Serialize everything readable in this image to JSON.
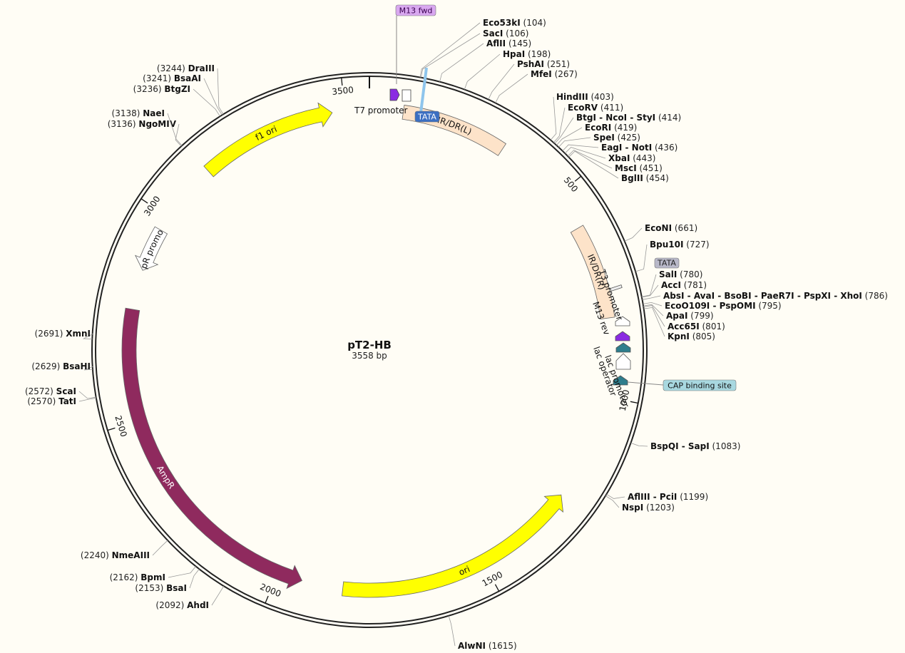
{
  "plasmid": {
    "name": "pT2-HB",
    "length_label": "3558 bp",
    "length": 3558
  },
  "ticks": [
    {
      "bp": 500,
      "label": "500"
    },
    {
      "bp": 1000,
      "label": "1000"
    },
    {
      "bp": 1500,
      "label": "1500"
    },
    {
      "bp": 2000,
      "label": "2000"
    },
    {
      "bp": 2500,
      "label": "2500"
    },
    {
      "bp": 3000,
      "label": "3000"
    },
    {
      "bp": 3500,
      "label": "3500"
    }
  ],
  "features": [
    {
      "name": "f1 ori",
      "label": "f1 ori",
      "start": 3143,
      "end": 3470,
      "dir": 1,
      "track": "inner",
      "color": "#ffff00",
      "text_color": "#111111"
    },
    {
      "name": "ori",
      "label": "ori",
      "start": 1256,
      "end": 1842,
      "dir": -1,
      "track": "inner",
      "color": "#ffff00",
      "text_color": "#111111"
    },
    {
      "name": "AmpR",
      "label": "AmpR",
      "start": 1940,
      "end": 2765,
      "dir": -1,
      "track": "inner",
      "color": "#8f2a5e",
      "text_color": "#ffffff"
    },
    {
      "name": "AmpR promoter",
      "label": "AmpR promoter",
      "start": 2860,
      "end": 2964,
      "dir": -1,
      "track": "inner",
      "color": "#ffffff",
      "text_color": "#111111"
    },
    {
      "name": "IR/DR(L)",
      "label": "IR/DR(L)",
      "start": 80,
      "end": 331,
      "dir": 0,
      "track": "inner",
      "color": "#fde3c9",
      "text_color": "#111111"
    },
    {
      "name": "IR/DR(R)",
      "label": "IR/DR(R)",
      "start": 590,
      "end": 814,
      "dir": 0,
      "track": "inner",
      "color": "#fde3c9",
      "text_color": "#111111"
    }
  ],
  "markers": [
    {
      "name": "T7 promoter",
      "color": "#8a2be2",
      "shape": "arrow",
      "label": "T7 promoter"
    },
    {
      "name": "T7 box",
      "color": "#ffffff",
      "shape": "box",
      "label": ""
    },
    {
      "name": "M13 rev",
      "color": "#ffffff",
      "shape": "up",
      "label": "M13 rev"
    },
    {
      "name": "lac operator",
      "color": "#8a2be2",
      "shape": "up",
      "label": "lac operator"
    },
    {
      "name": "lac promoter",
      "color": "#2e7d8c",
      "shape": "up",
      "label": "lac promoter"
    },
    {
      "name": "CAP",
      "color": "#ffffff",
      "shape": "up",
      "label": ""
    },
    {
      "name": "CAP site",
      "color": "#2e7d8c",
      "shape": "up",
      "label": ""
    },
    {
      "name": "T3 promoter",
      "color": "#ffffff",
      "shape": "none",
      "label": "T3 promoter"
    }
  ],
  "boxed_labels": [
    {
      "text": "M13 fwd",
      "bg": "#d9a8f0",
      "fg": "#3a0050"
    },
    {
      "text": "TATA",
      "bg": "#3b6fc2",
      "fg": "#ffffff"
    },
    {
      "text": "TATA",
      "bg": "#b8b8c8",
      "fg": "#222222"
    },
    {
      "text": "CAP binding site",
      "bg": "#a8d8e0",
      "fg": "#111111"
    }
  ],
  "sites": [
    {
      "name": "Eco53kI",
      "pos": "(104)",
      "bp": 104,
      "side": "right"
    },
    {
      "name": "SacI",
      "pos": "(106)",
      "bp": 106,
      "side": "right"
    },
    {
      "name": "AflII",
      "pos": "(145)",
      "bp": 145,
      "side": "right"
    },
    {
      "name": "HpaI",
      "pos": "(198)",
      "bp": 198,
      "side": "right"
    },
    {
      "name": "PshAI",
      "pos": "(251)",
      "bp": 251,
      "side": "right"
    },
    {
      "name": "MfeI",
      "pos": "(267)",
      "bp": 267,
      "side": "right"
    },
    {
      "name": "HindIII",
      "pos": "(403)",
      "bp": 403,
      "side": "right"
    },
    {
      "name": "EcoRV",
      "pos": "(411)",
      "bp": 411,
      "side": "right"
    },
    {
      "name": "BtgI - NcoI - StyI",
      "pos": "(414)",
      "bp": 414,
      "side": "right"
    },
    {
      "name": "EcoRI",
      "pos": "(419)",
      "bp": 419,
      "side": "right"
    },
    {
      "name": "SpeI",
      "pos": "(425)",
      "bp": 425,
      "side": "right"
    },
    {
      "name": "EagI - NotI",
      "pos": "(436)",
      "bp": 436,
      "side": "right"
    },
    {
      "name": "XbaI",
      "pos": "(443)",
      "bp": 443,
      "side": "right"
    },
    {
      "name": "MscI",
      "pos": "(451)",
      "bp": 451,
      "side": "right"
    },
    {
      "name": "BglII",
      "pos": "(454)",
      "bp": 454,
      "side": "right"
    },
    {
      "name": "EcoNI",
      "pos": "(661)",
      "bp": 661,
      "side": "right"
    },
    {
      "name": "Bpu10I",
      "pos": "(727)",
      "bp": 727,
      "side": "right"
    },
    {
      "name": "SalI",
      "pos": "(780)",
      "bp": 780,
      "side": "right"
    },
    {
      "name": "AccI",
      "pos": "(781)",
      "bp": 781,
      "side": "right"
    },
    {
      "name": "AbsI - AvaI - BsoBI - PaeR7I - PspXI - XhoI",
      "pos": "(786)",
      "bp": 786,
      "side": "right"
    },
    {
      "name": "EcoO109I - PspOMI",
      "pos": "(795)",
      "bp": 795,
      "side": "right"
    },
    {
      "name": "ApaI",
      "pos": "(799)",
      "bp": 799,
      "side": "right"
    },
    {
      "name": "Acc65I",
      "pos": "(801)",
      "bp": 801,
      "side": "right"
    },
    {
      "name": "KpnI",
      "pos": "(805)",
      "bp": 805,
      "side": "right"
    },
    {
      "name": "BspQI - SapI",
      "pos": "(1083)",
      "bp": 1083,
      "side": "right"
    },
    {
      "name": "AflIII - PciI",
      "pos": "(1199)",
      "bp": 1199,
      "side": "right"
    },
    {
      "name": "NspI",
      "pos": "(1203)",
      "bp": 1203,
      "side": "right"
    },
    {
      "name": "AlwNI",
      "pos": "(1615)",
      "bp": 1615,
      "side": "right"
    },
    {
      "name": "AhdI",
      "pos": "(2092)",
      "bp": 2092,
      "side": "left"
    },
    {
      "name": "BsaI",
      "pos": "(2153)",
      "bp": 2153,
      "side": "left"
    },
    {
      "name": "BpmI",
      "pos": "(2162)",
      "bp": 2162,
      "side": "left"
    },
    {
      "name": "NmeAIII",
      "pos": "(2240)",
      "bp": 2240,
      "side": "left"
    },
    {
      "name": "TatI",
      "pos": "(2570)",
      "bp": 2570,
      "side": "left"
    },
    {
      "name": "ScaI",
      "pos": "(2572)",
      "bp": 2572,
      "side": "left"
    },
    {
      "name": "BsaHI",
      "pos": "(2629)",
      "bp": 2629,
      "side": "left"
    },
    {
      "name": "XmnI",
      "pos": "(2691)",
      "bp": 2691,
      "side": "left"
    },
    {
      "name": "NgoMIV",
      "pos": "(3136)",
      "bp": 3136,
      "side": "left"
    },
    {
      "name": "NaeI",
      "pos": "(3138)",
      "bp": 3138,
      "side": "left"
    },
    {
      "name": "BtgZI",
      "pos": "(3236)",
      "bp": 3236,
      "side": "left"
    },
    {
      "name": "BsaAI",
      "pos": "(3241)",
      "bp": 3241,
      "side": "left"
    },
    {
      "name": "DraIII",
      "pos": "(3244)",
      "bp": 3244,
      "side": "left"
    }
  ],
  "colors": {
    "background": "#fffdf5",
    "backbone": "#222222"
  }
}
